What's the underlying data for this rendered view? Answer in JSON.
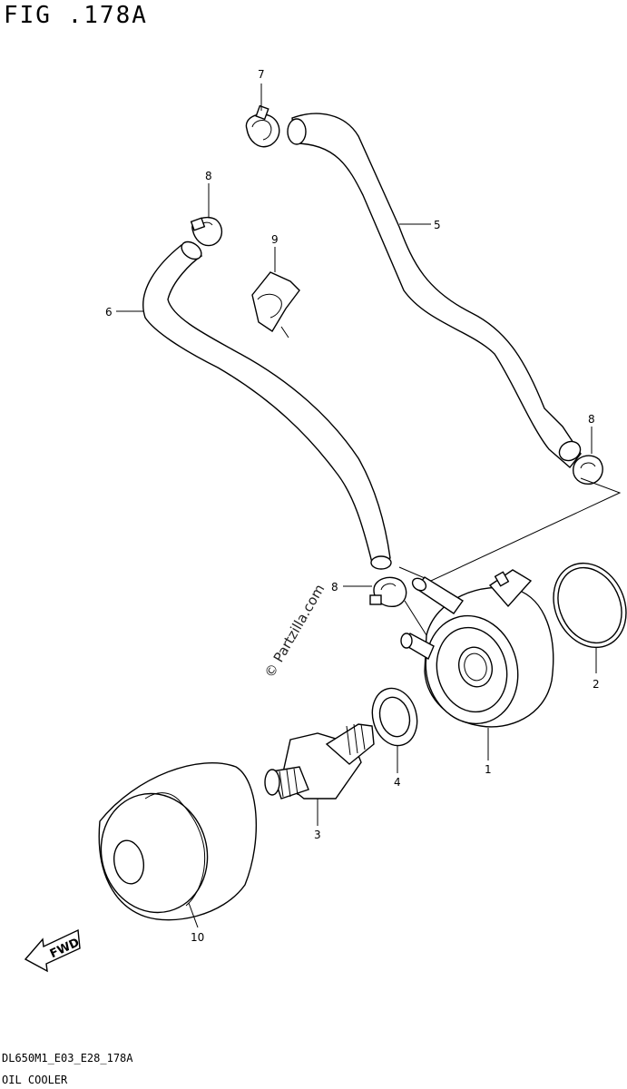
{
  "figure": {
    "title": "FIG .178A",
    "drawing_code": "DL650M1_E03_E28_178A",
    "section_name": "OIL COOLER"
  },
  "watermark": "© Partzilla.com",
  "fwd_label": "FWD",
  "callouts": [
    "7",
    "8",
    "5",
    "9",
    "6",
    "8",
    "8",
    "2",
    "1",
    "4",
    "3",
    "10"
  ]
}
